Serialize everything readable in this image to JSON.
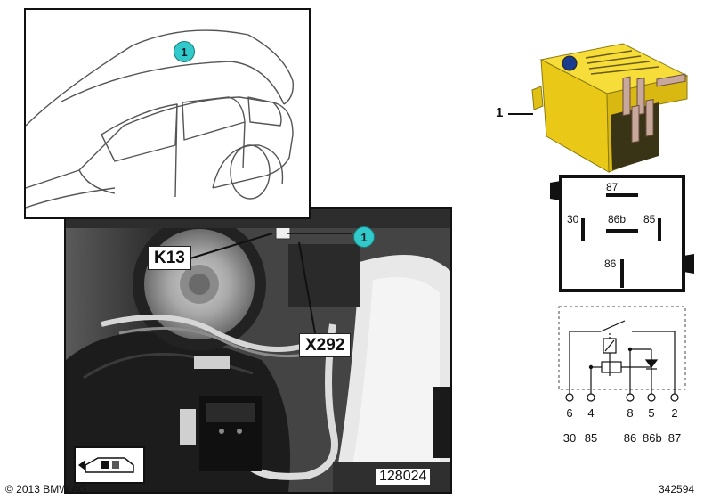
{
  "callout_number": "1",
  "part_label": "1",
  "photo": {
    "label_k13": "K13",
    "label_x292": "X292",
    "image_number": "128024"
  },
  "schematic_pins": {
    "p87": "87",
    "p30": "30",
    "p86b": "86b",
    "p85": "85",
    "p86": "86"
  },
  "circuit": {
    "pin_numbers": [
      "6",
      "4",
      "8",
      "5",
      "2"
    ],
    "pin_terminals": [
      "30",
      "85",
      "86",
      "86b",
      "87"
    ]
  },
  "footer": {
    "copyright": "© 2013 BMW AG",
    "diagram_id": "342594"
  },
  "colors": {
    "callout": "#31c9c9",
    "relay_body": "#f2d31a"
  }
}
